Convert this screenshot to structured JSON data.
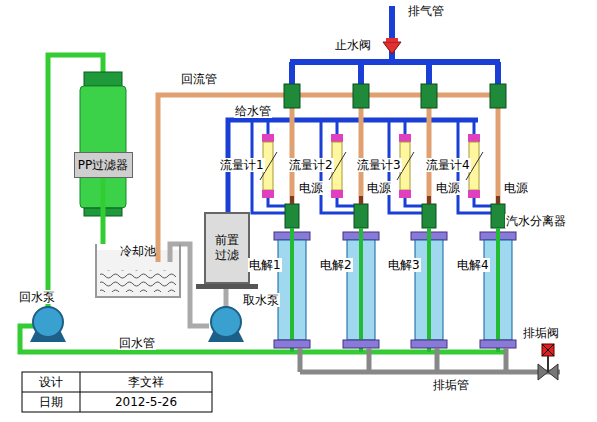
{
  "diagram": {
    "nodes": [
      {
        "text": [
          "PP过滤器"
        ]
      },
      {
        "text": [
          "冷却池"
        ]
      },
      {
        "text": [
          "前置过滤"
        ]
      }
    ],
    "edges": [
      {
        "from": 0,
        "to": 1,
        "arrow": "none"
      }
    ],
    "labels": [
      "排气管",
      "止水阀",
      "回流管",
      "给水管",
      "流量计1",
      "流量计2",
      "流量计3",
      "流量计4",
      "电源",
      "电源",
      "电源",
      "电源",
      "汽水分离器",
      "电解1",
      "电解2",
      "电解3",
      "电解4",
      "取水泵",
      "回水泵",
      "回水管",
      "排垢管",
      "排垢阀",
      "设计",
      "李文祥",
      "日期",
      "2012-5-26"
    ]
  }
}
